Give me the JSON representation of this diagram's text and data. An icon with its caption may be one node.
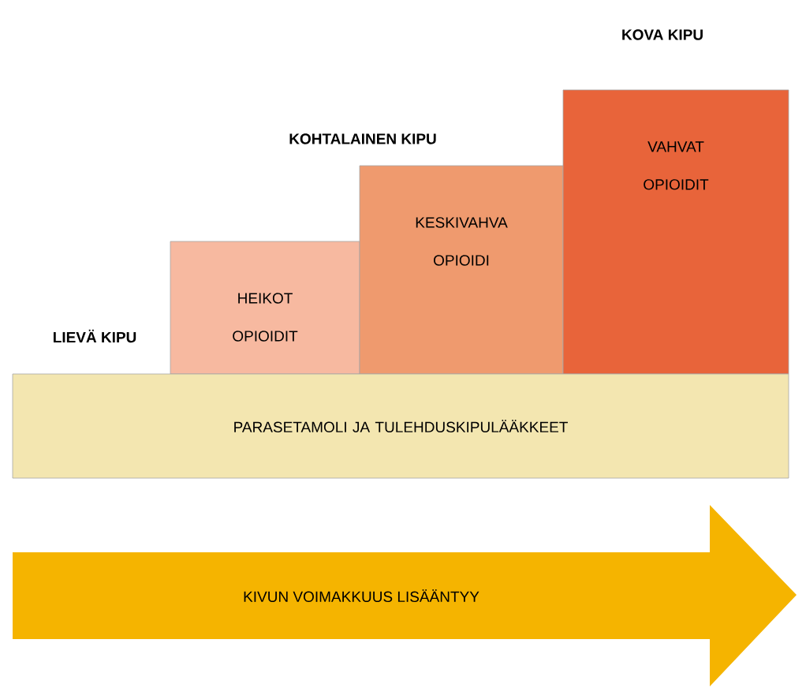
{
  "diagram": {
    "nodes": [
      {
        "text": [
          "HEIKOT OPIOIDIT"
        ]
      },
      {
        "text": [
          "KESKIVAHVA OPIOIDI"
        ]
      },
      {
        "text": [
          "VAHVAT OPIOIDIT"
        ]
      },
      {
        "text": [
          "PARASETAMOLI JA TULEHDUSKIPULÄÄKKEET"
        ]
      },
      {
        "text": [
          "KIVUN VOIMAKKUUS LISÄÄNTYY"
        ]
      }
    ],
    "labels": [
      "KOVA KIPU",
      "KOHTALAINEN KIPU",
      "LIEVÄ KIPU"
    ]
  }
}
